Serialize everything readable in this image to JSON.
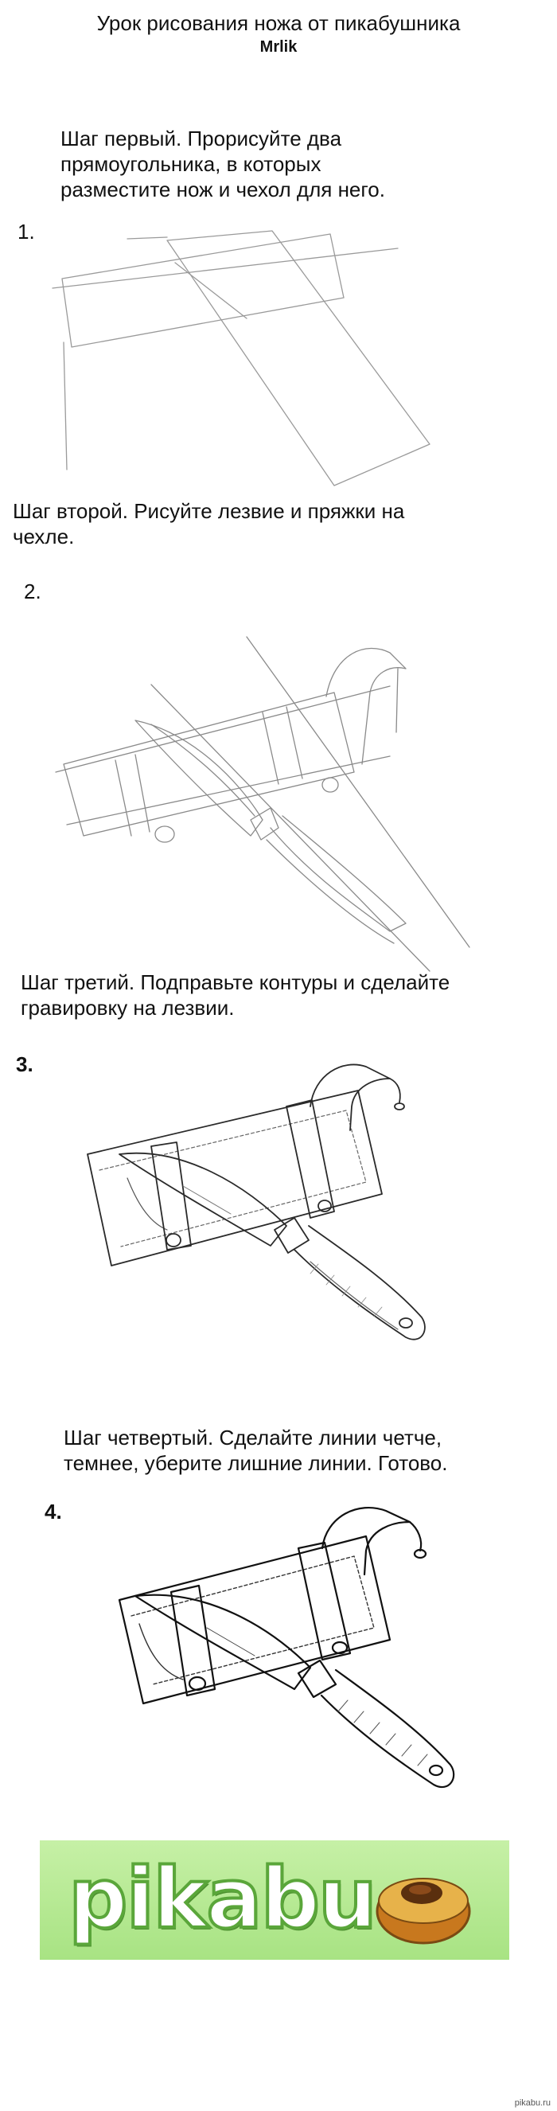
{
  "title": {
    "line1": "Урок рисования ножа от пикабушника",
    "line2": "Mrlik"
  },
  "steps": [
    {
      "text": "Шаг первый. Прорисуйте два прямоугольника, в которых разместите нож и чехол для него.",
      "number": "1."
    },
    {
      "text": "Шаг второй. Рисуйте лезвие и пряжки на чехле.",
      "number": "2."
    },
    {
      "text": "Шаг третий. Подправьте контуры и сделайте гравировку на лезвии.",
      "number": "3."
    },
    {
      "text": "Шаг четвертый. Сделайте линии четче, темнее, уберите лишние линии. Готово.",
      "number": "4."
    }
  ],
  "logo": {
    "text": "pikabu",
    "icon": "pikabu-muffin-icon"
  },
  "watermark": "pikabu.ru"
}
